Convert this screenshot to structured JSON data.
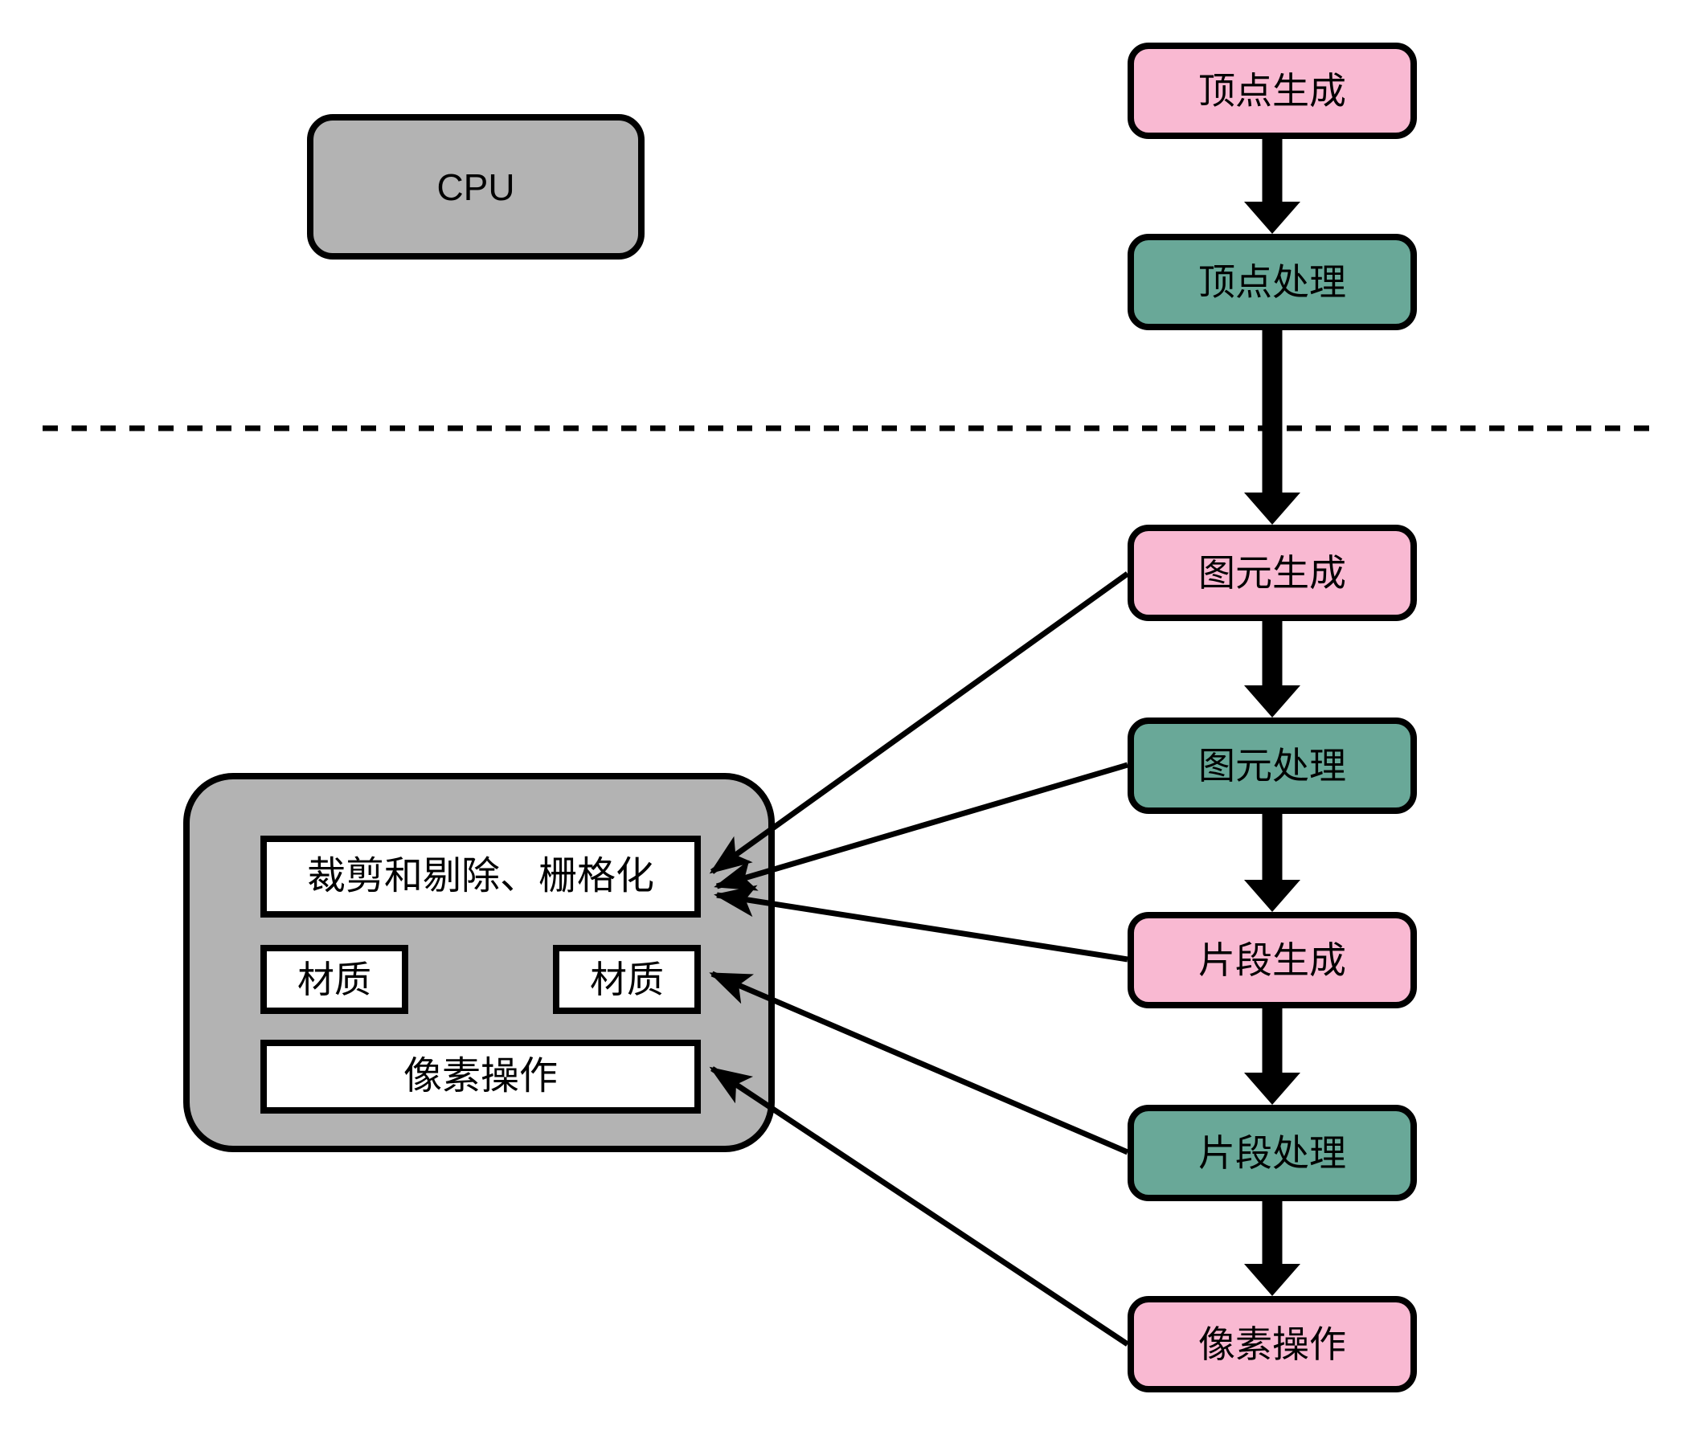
{
  "diagram": {
    "title_context": "graphics-pipeline-diagram",
    "cpu": {
      "label": "CPU"
    },
    "pipeline_boxes": [
      {
        "label": "顶点生成",
        "type": "generation"
      },
      {
        "label": "顶点处理",
        "type": "processing"
      },
      {
        "label": "图元生成",
        "type": "generation"
      },
      {
        "label": "图元处理",
        "type": "processing"
      },
      {
        "label": "片段生成",
        "type": "generation"
      },
      {
        "label": "片段处理",
        "type": "processing"
      },
      {
        "label": "像素操作",
        "type": "generation"
      }
    ],
    "gpu_block": {
      "clip_rasterize_label": "裁剪和剔除、栅格化",
      "texture_left_label": "材质",
      "texture_right_label": "材质",
      "pixel_ops_label": "像素操作"
    },
    "main_flow": [
      "顶点生成 → 顶点处理",
      "顶点处理 → 图元生成",
      "图元生成 → 图元处理",
      "图元处理 → 片段生成",
      "片段生成 → 片段处理",
      "片段处理 → 像素操作"
    ],
    "cross_links": [
      "图元生成 → 裁剪和剔除、栅格化",
      "图元处理 → 裁剪和剔除、栅格化",
      "片段生成 → 裁剪和剔除、栅格化",
      "片段处理 → 材质",
      "像素操作 → 像素操作(GPU块)"
    ],
    "colors": {
      "generation_fill": "#F9B9D2",
      "processing_fill": "#69A898",
      "container_fill": "#B3B3B3",
      "inner_box_fill": "#FFFFFF",
      "line": "#000000"
    }
  }
}
